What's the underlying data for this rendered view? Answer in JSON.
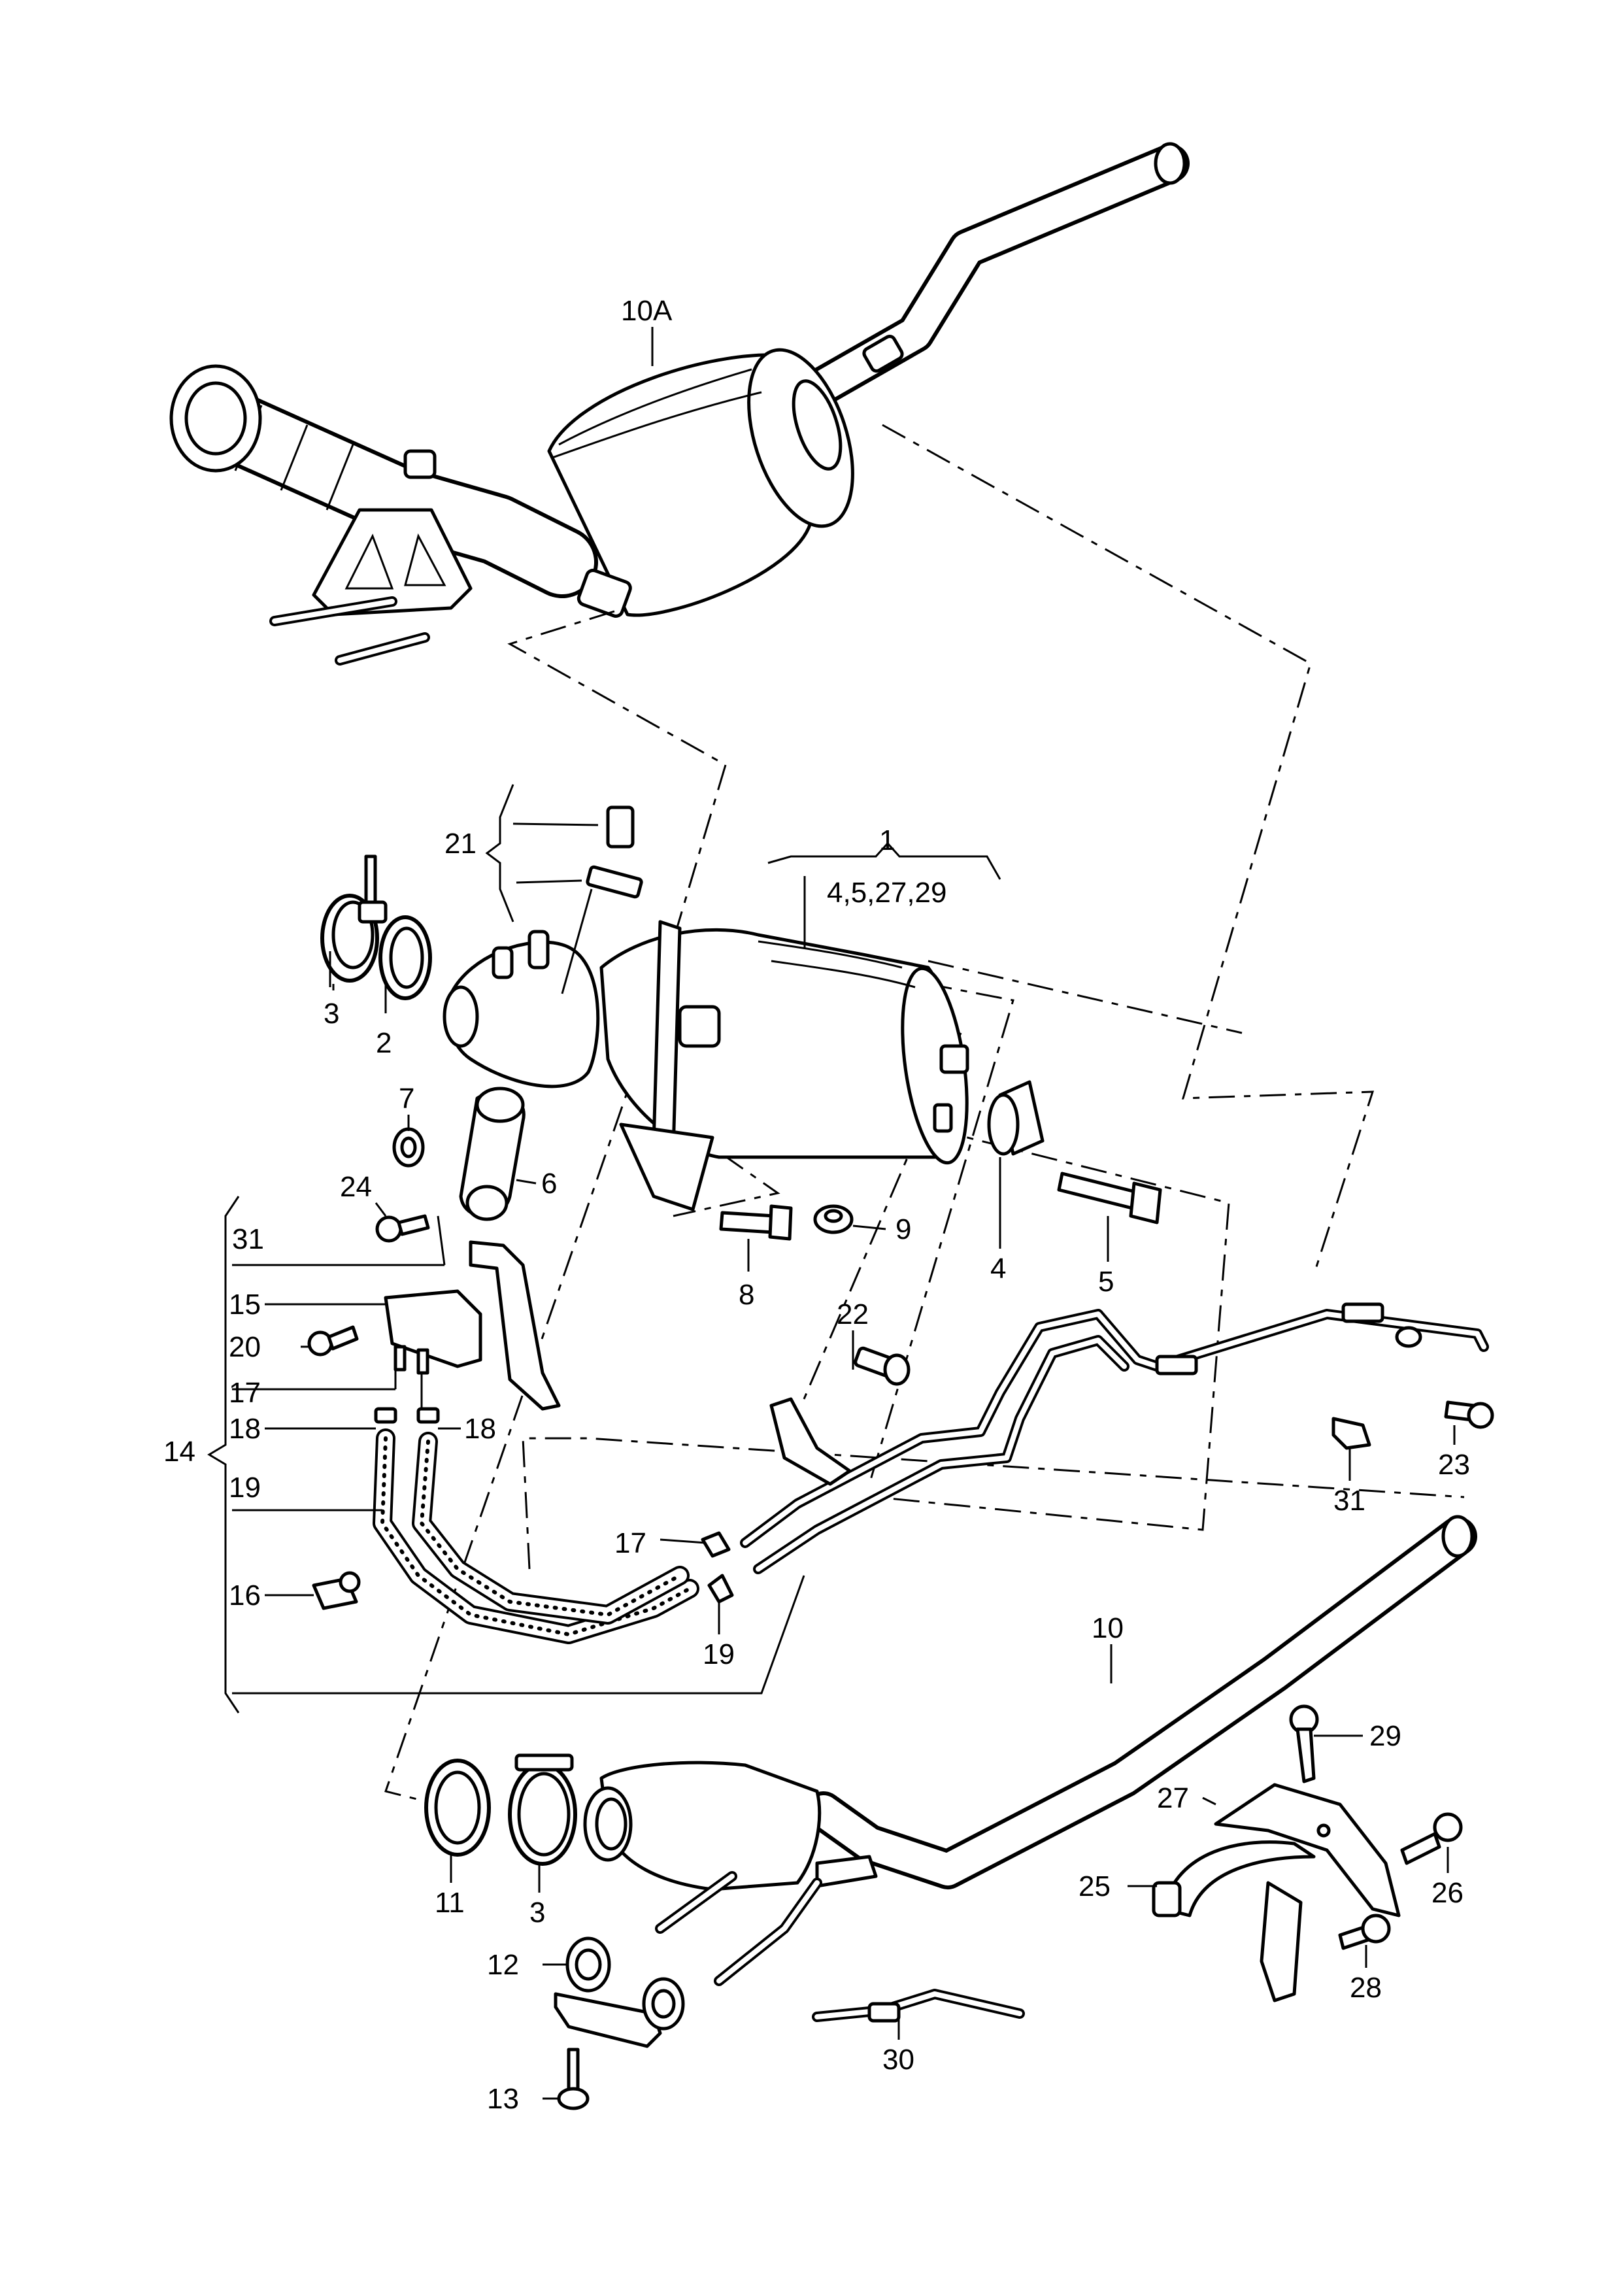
{
  "callouts": {
    "c10A": "10A",
    "c1": "1",
    "c1_sub": "4,5,27,29",
    "c21": "21",
    "c3a": "3",
    "c2": "2",
    "c7": "7",
    "c6": "6",
    "c24": "24",
    "c31a": "31",
    "c15": "15",
    "c20": "20",
    "c17a": "17",
    "c18a": "18",
    "c18b": "18",
    "c14": "14",
    "c19a": "19",
    "c16": "16",
    "c8": "8",
    "c9": "9",
    "c4": "4",
    "c5": "5",
    "c22": "22",
    "c23": "23",
    "c31b": "31",
    "c17b": "17",
    "c19b": "19",
    "c10": "10",
    "c29": "29",
    "c27": "27",
    "c26": "26",
    "c25": "25",
    "c28": "28",
    "c11": "11",
    "c3b": "3",
    "c12": "12",
    "c13": "13",
    "c30": "30"
  }
}
